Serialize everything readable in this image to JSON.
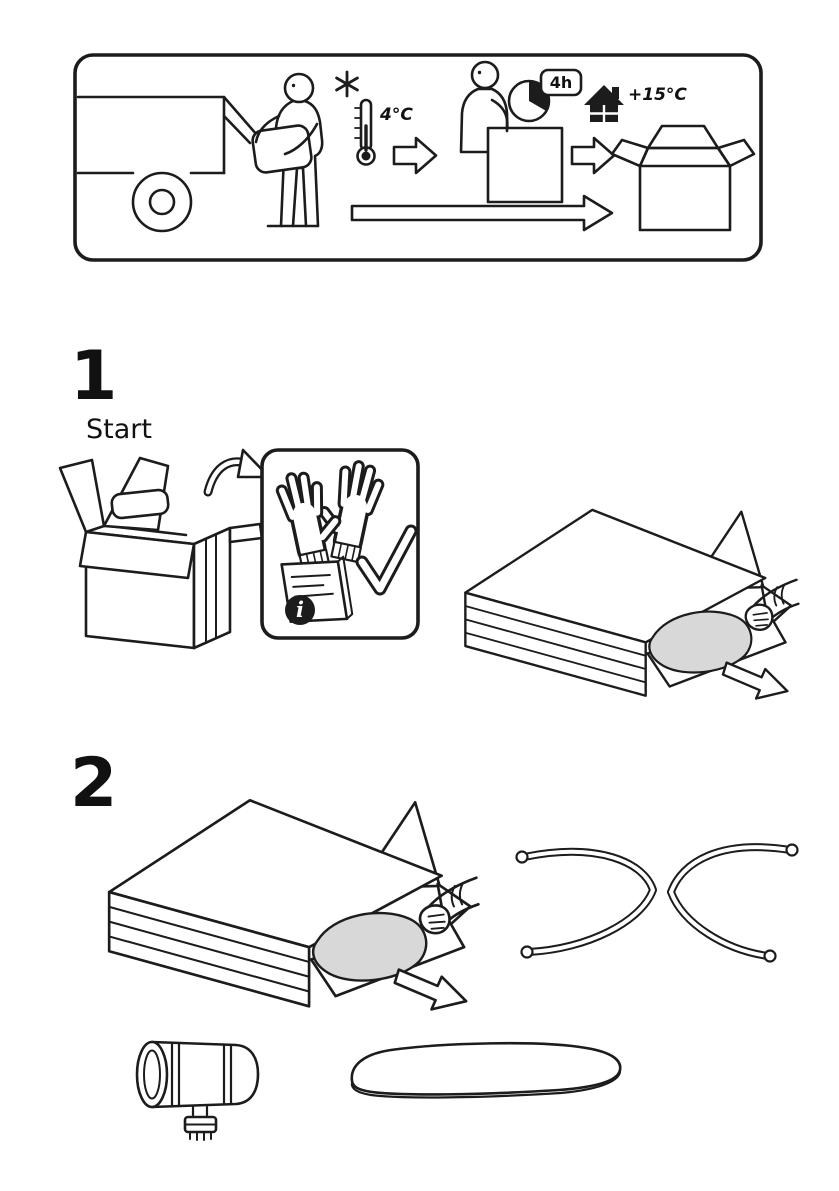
{
  "page": {
    "background_color": "#ffffff",
    "line_color": "#1c1c1c",
    "soft_part_fill": "#d8d8d8"
  },
  "acclimatization_panel": {
    "cold_temp": "4°C",
    "wait_time": "4h",
    "room_temp": "+15°C"
  },
  "steps": {
    "step1": {
      "number": "1",
      "label": "Start"
    },
    "step2": {
      "number": "2"
    }
  },
  "info_booklet": {
    "letter": "i"
  },
  "icons": {
    "truck-icon": "truck rear with wheel, line art",
    "person-carrying-package-icon": "figure carrying package",
    "snowflake-icon": "six-spoke snowflake",
    "thermometer-icon": "thermometer with bulb",
    "step-arrow-icon": "outlined block arrow right",
    "person-waiting-icon": "figure standing behind box",
    "clock-icon": "clock with shaded sector",
    "house-icon": "filled house pictogram",
    "open-box-icon": "open cardboard box",
    "timeline-arrow-icon": "long outlined arrow",
    "unpack-box-icon": "opened carton with flaps",
    "unpack-arrow-icon": "curved arrow out of box",
    "glove-icon": "outlined work glove",
    "instruction-booklet-icon": "manual pages",
    "info-icon": "filled circle with letter i",
    "checkmark-icon": "outlined checkmark",
    "mattress-box-pull-icon": "flat box, hand pulling grey soft part with arrow",
    "curved-slat-left-icon": "curved rod with ball ends",
    "curved-slat-right-icon": "curved rod with ball ends",
    "rolled-part-icon": "rolled part with straps and buckle",
    "mattress-pad-icon": "flat soft pad"
  }
}
